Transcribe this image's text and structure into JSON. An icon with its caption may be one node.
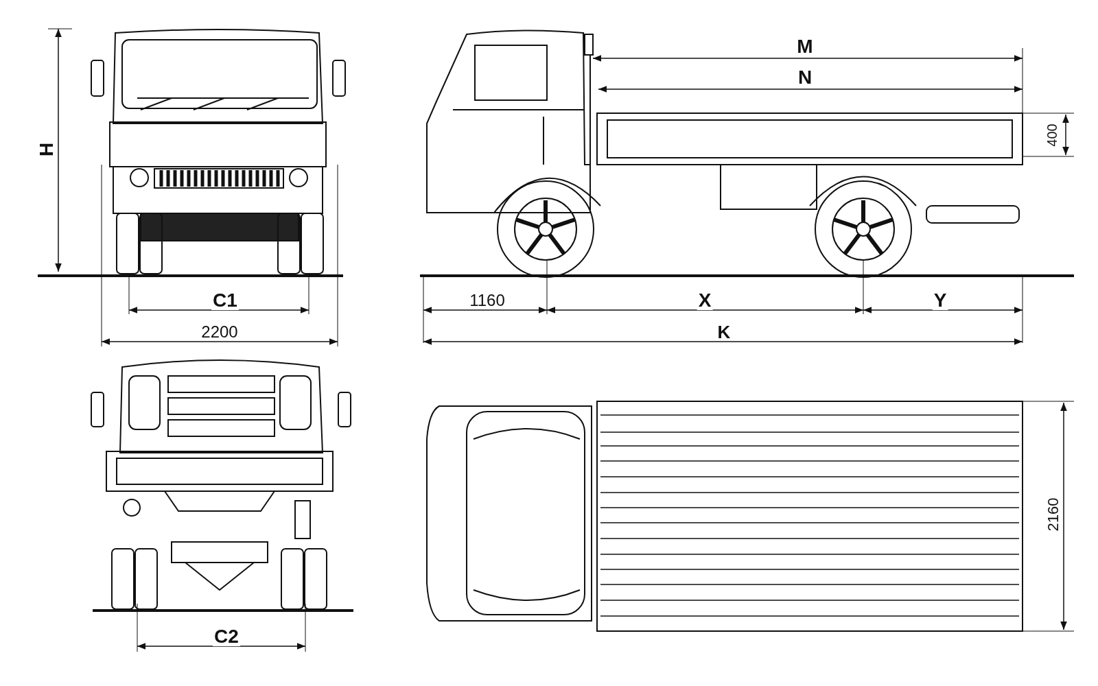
{
  "diagram": {
    "labels": [
      "M",
      "N",
      "H",
      "400",
      "C1",
      "1160",
      "X",
      "Y",
      "2200",
      "K",
      "C2",
      "2160"
    ]
  }
}
